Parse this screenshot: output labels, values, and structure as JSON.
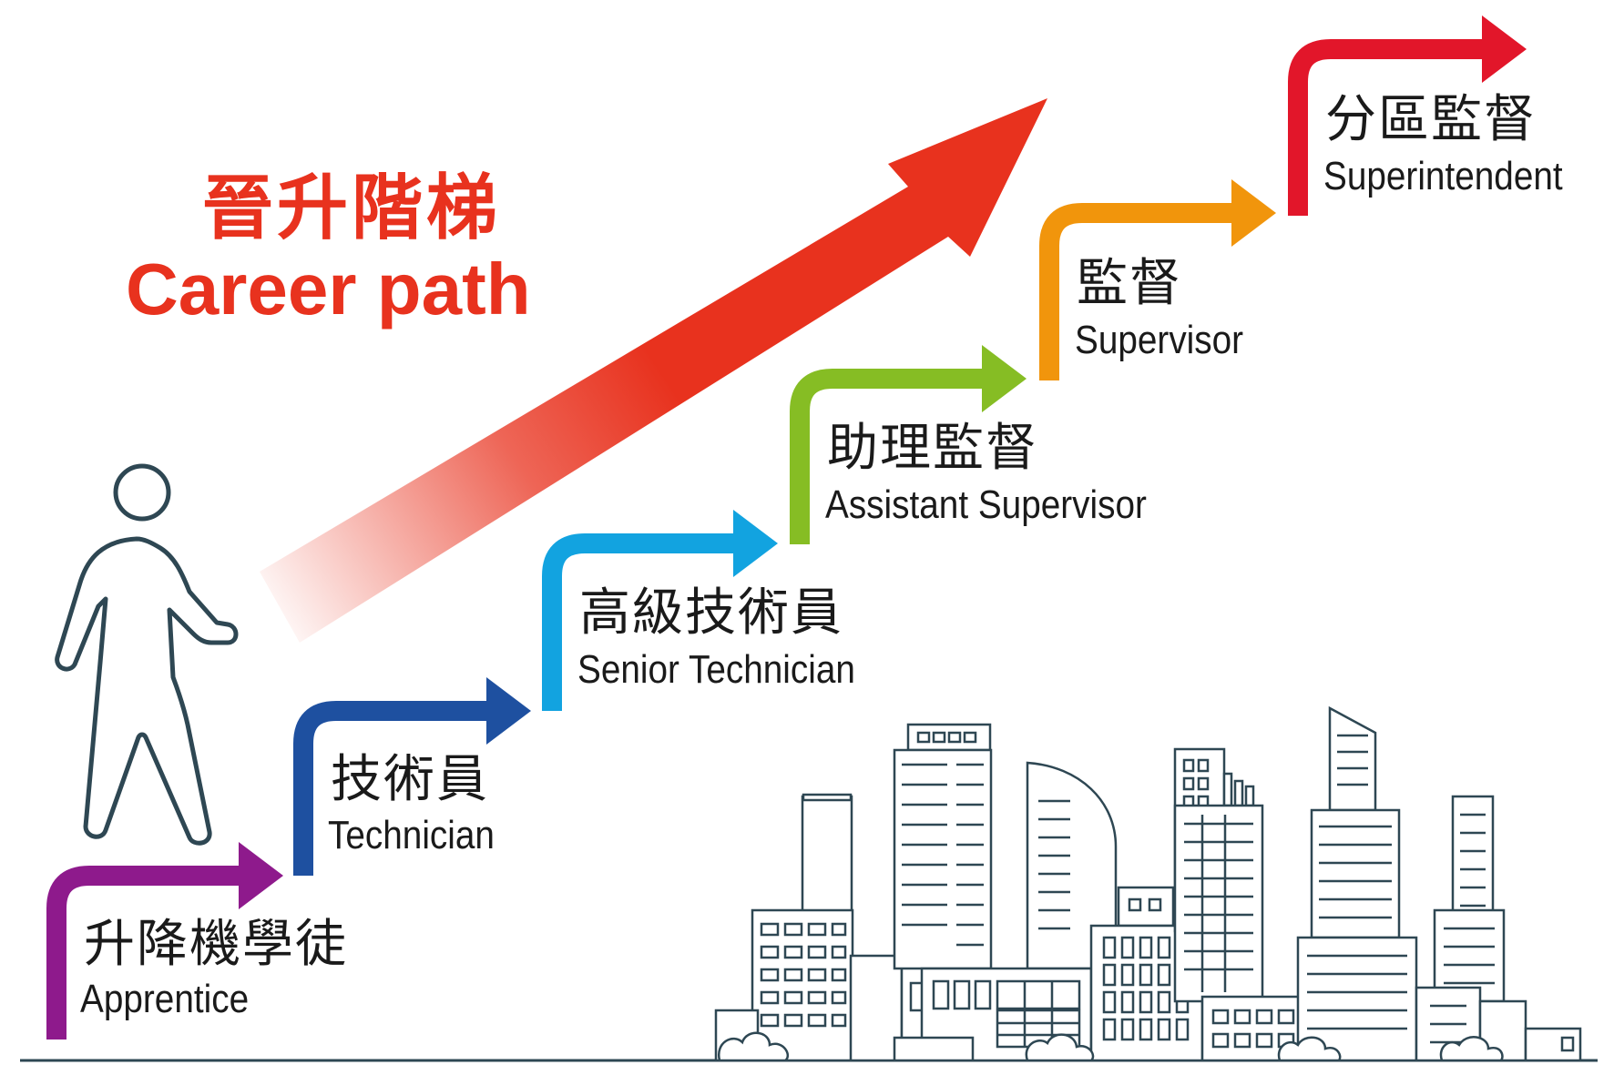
{
  "title": {
    "zh": "晉升階梯",
    "en": "Career path"
  },
  "steps": [
    {
      "zh": "升降機學徒",
      "en": "Apprentice",
      "color": "#8e1a8c"
    },
    {
      "zh": "技術員",
      "en": "Technician",
      "color": "#1e50a0"
    },
    {
      "zh": "高級技術員",
      "en": "Senior Technician",
      "color": "#12a3e0"
    },
    {
      "zh": "助理監督",
      "en": "Assistant Supervisor",
      "color": "#86bd24"
    },
    {
      "zh": "監督",
      "en": "Supervisor",
      "color": "#f1950c"
    },
    {
      "zh": "分區監督",
      "en": "Superintendent",
      "color": "#e2162a"
    }
  ],
  "colors": {
    "big_arrow": "#e8321e",
    "person_stroke": "#2e4753",
    "city_stroke": "#2e4753"
  },
  "icons": [
    "walking-person-icon",
    "city-skyline-icon"
  ]
}
